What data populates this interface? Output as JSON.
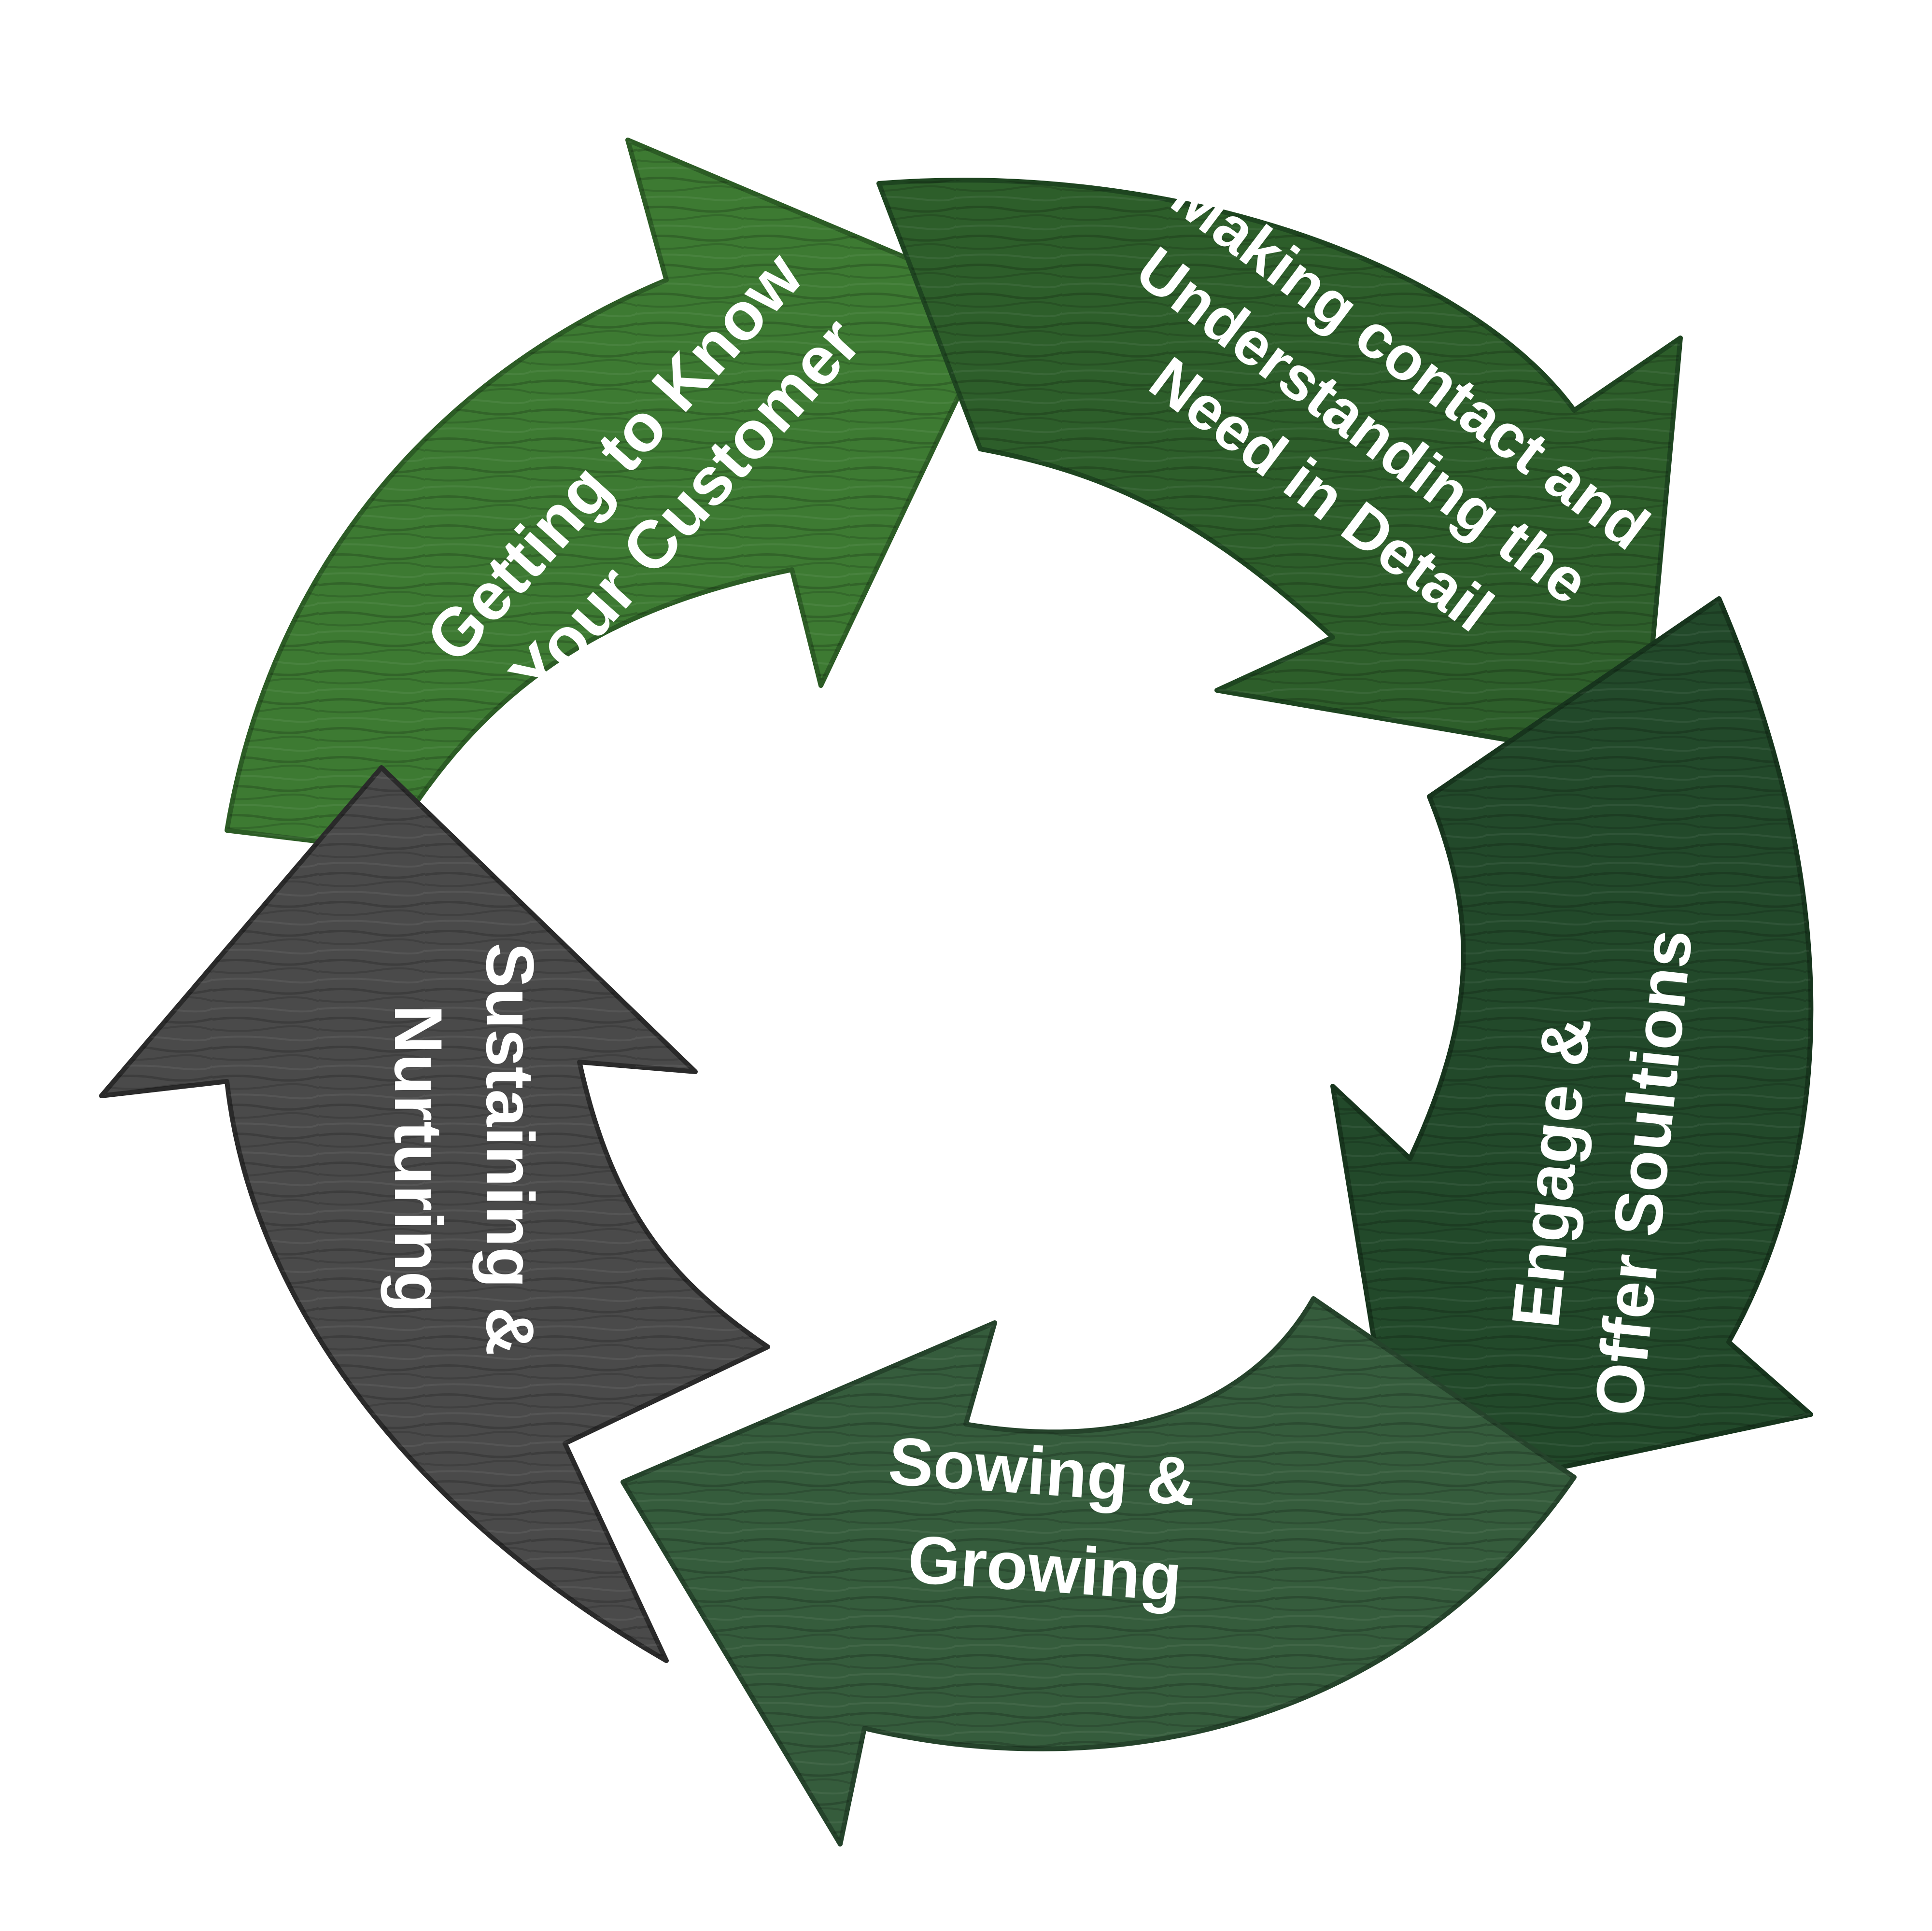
{
  "diagram": {
    "stages": [
      {
        "id": "getting-to-know",
        "lines": [
          "Getting to Know",
          "Your Customer"
        ],
        "color": "#3d7a32",
        "grain": "#2c5c25"
      },
      {
        "id": "making-contact",
        "lines": [
          "Making contact and",
          "Understanding the",
          "Need in Detail"
        ],
        "color": "#2d5e2a",
        "grain": "#1e4520"
      },
      {
        "id": "engage-offer",
        "lines": [
          "Engage &",
          "Offer Soultions"
        ],
        "color": "#22492a",
        "grain": "#17351d"
      },
      {
        "id": "sowing-growing",
        "lines": [
          "Sowing &",
          "Growing"
        ],
        "color": "#355c3c",
        "grain": "#25432b"
      },
      {
        "id": "sustaining-nurturing",
        "lines": [
          "Sustaining &",
          "Nurturing"
        ],
        "color": "#4a4a4a",
        "grain": "#2a2a2a"
      }
    ]
  }
}
